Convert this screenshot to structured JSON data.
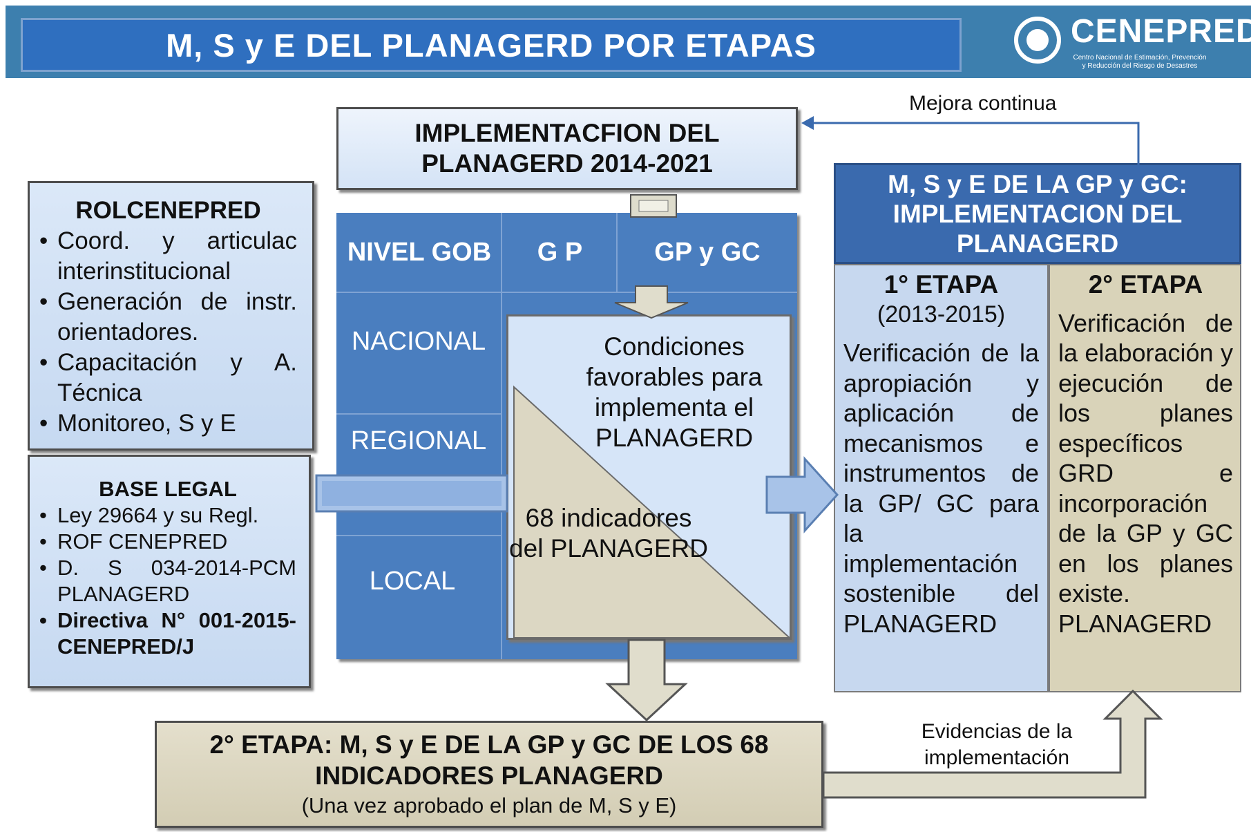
{
  "header": {
    "title": "M, S y E  DEL PLANAGERD POR ETAPAS",
    "logo_name": "CENEPRED",
    "logo_subtitle": "Centro Nacional de Estimación, Prevención y Reducción del Riesgo de Desastres"
  },
  "implementation_box": {
    "line1": "IMPLEMENTACFION DEL",
    "line2": "PLANAGERD 2014-2021"
  },
  "feedback_label": "Mejora  continua",
  "rol_box": {
    "heading": "ROLCENEPRED",
    "items": [
      "Coord.  y  articulac interinstitucional",
      "Generación  de instr. orientadores.",
      "Capacitación  y  A. Técnica",
      "Monitoreo, S y E"
    ]
  },
  "legal_box": {
    "heading": "BASE LEGAL",
    "items": [
      "Ley 29664 y su Regl.",
      "ROF  CENEPRED",
      "D.  S  034-2014-PCM PLANAGERD",
      "Directiva  N°  001-2015-CENEPRED/J"
    ]
  },
  "matrix": {
    "columns": [
      "NIVEL GOB",
      "G P",
      "GP y GC"
    ],
    "rows": [
      "NACIONAL",
      "REGIONAL",
      "LOCAL"
    ],
    "conditions_text": "Condiciones favorables para implementa el PLANAGERD",
    "indicators_text": "68 indicadores del PLANAGERD"
  },
  "right_panel": {
    "heading_line1": "M, S y E DE LA GP y GC:",
    "heading_line2": "IMPLEMENTACION  DEL",
    "heading_line3": "PLANAGERD",
    "stage1": {
      "title": "1° ETAPA",
      "years": "(2013-2015)",
      "text": "Verificación de la apropiación y aplicación de mecanismos e instrumentos de la GP/ GC para la implementación sostenible del PLANAGERD"
    },
    "stage2": {
      "title": "2° ETAPA",
      "text": "Verificación de la elaboración y ejecución de los planes específicos GRD e incorporación de la GP y GC en los planes existe. PLANAGERD"
    }
  },
  "bottom_box": {
    "line1": "2° ETAPA: M, S y E DE LA GP y GC DE LOS 68",
    "line2": "INDICADORES  PLANAGERD",
    "line3": "(Una vez aprobado el plan de M, S y E)"
  },
  "evidence_label": "Evidencias  de la implementación",
  "colors": {
    "header_band": "#3d7fae",
    "title_fill": "#2f6fbf",
    "matrix_blue": "#4a7ebf",
    "light_blue": "#c6d9f1",
    "tan": "#d9d3b9",
    "dark_blue_heading": "#3a6aae"
  }
}
